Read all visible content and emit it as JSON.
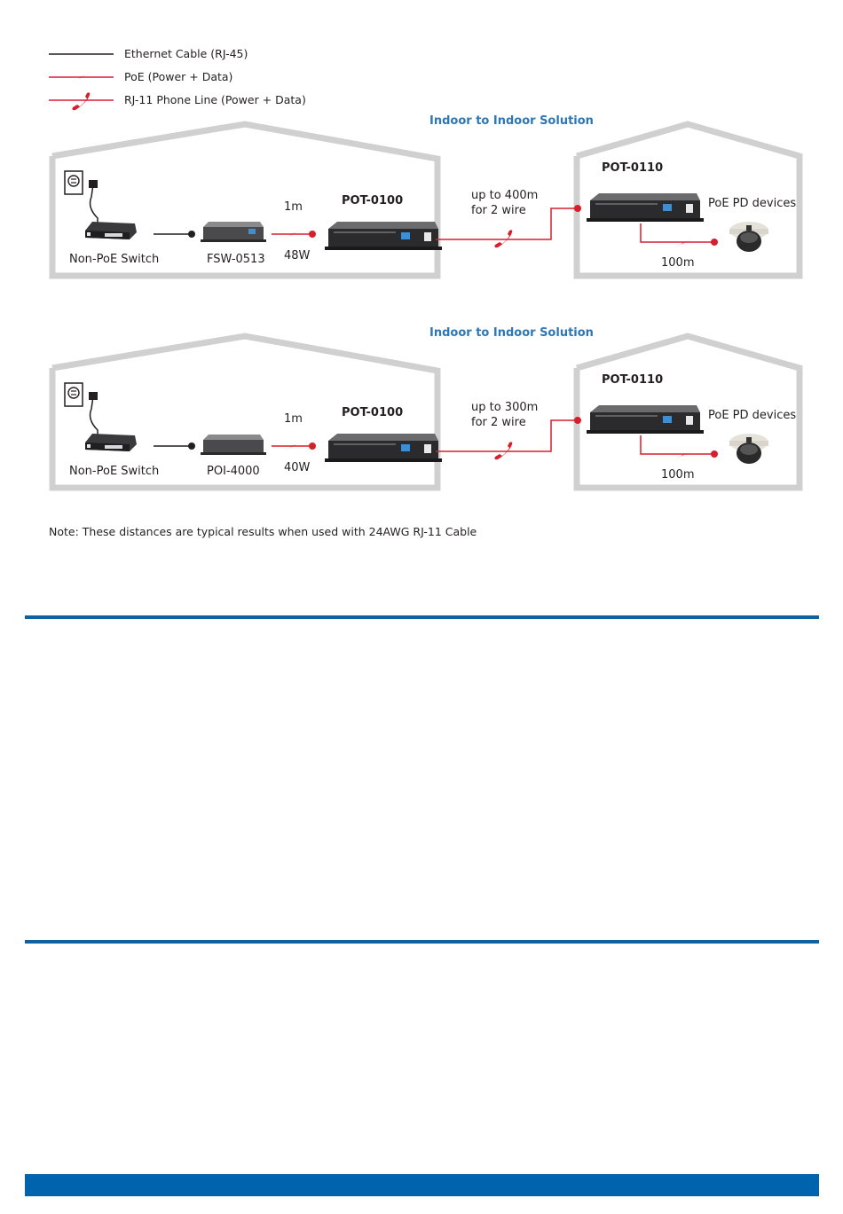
{
  "legend": {
    "items": [
      {
        "icon": "ethernet-line",
        "label": "Ethernet Cable (RJ-45)"
      },
      {
        "icon": "poe-lightning-line",
        "label": "PoE (Power + Data)"
      },
      {
        "icon": "phone-handset-line",
        "label": "RJ-11 Phone Line (Power + Data)"
      }
    ]
  },
  "diagrams": [
    {
      "title": "Indoor to Indoor Solution",
      "source_switch": "Non-PoE Switch",
      "injector": "FSW-0513",
      "poe_distance": "1m",
      "poe_power": "48W",
      "transmitter": "POT-0100",
      "phone_distance_line1": "up to 400m",
      "phone_distance_line2": "for 2 wire",
      "receiver": "POT-0110",
      "pd_label": "PoE PD devices",
      "pd_distance": "100m"
    },
    {
      "title": "Indoor to Indoor Solution",
      "source_switch": "Non-PoE Switch",
      "injector": "POI-4000",
      "poe_distance": "1m",
      "poe_power": "40W",
      "transmitter": "POT-0100",
      "phone_distance_line1": "up to 300m",
      "phone_distance_line2": "for 2 wire",
      "receiver": "POT-0110",
      "pd_label": "PoE PD devices",
      "pd_distance": "100m"
    }
  ],
  "note": "Note: These distances are typical results when used with 24AWG RJ-11 Cable",
  "colors": {
    "accent_blue": "#0063ad",
    "title_blue": "#2e77b5",
    "poe_red": "#d71e2b",
    "house_gray": "#d0d0d0"
  }
}
